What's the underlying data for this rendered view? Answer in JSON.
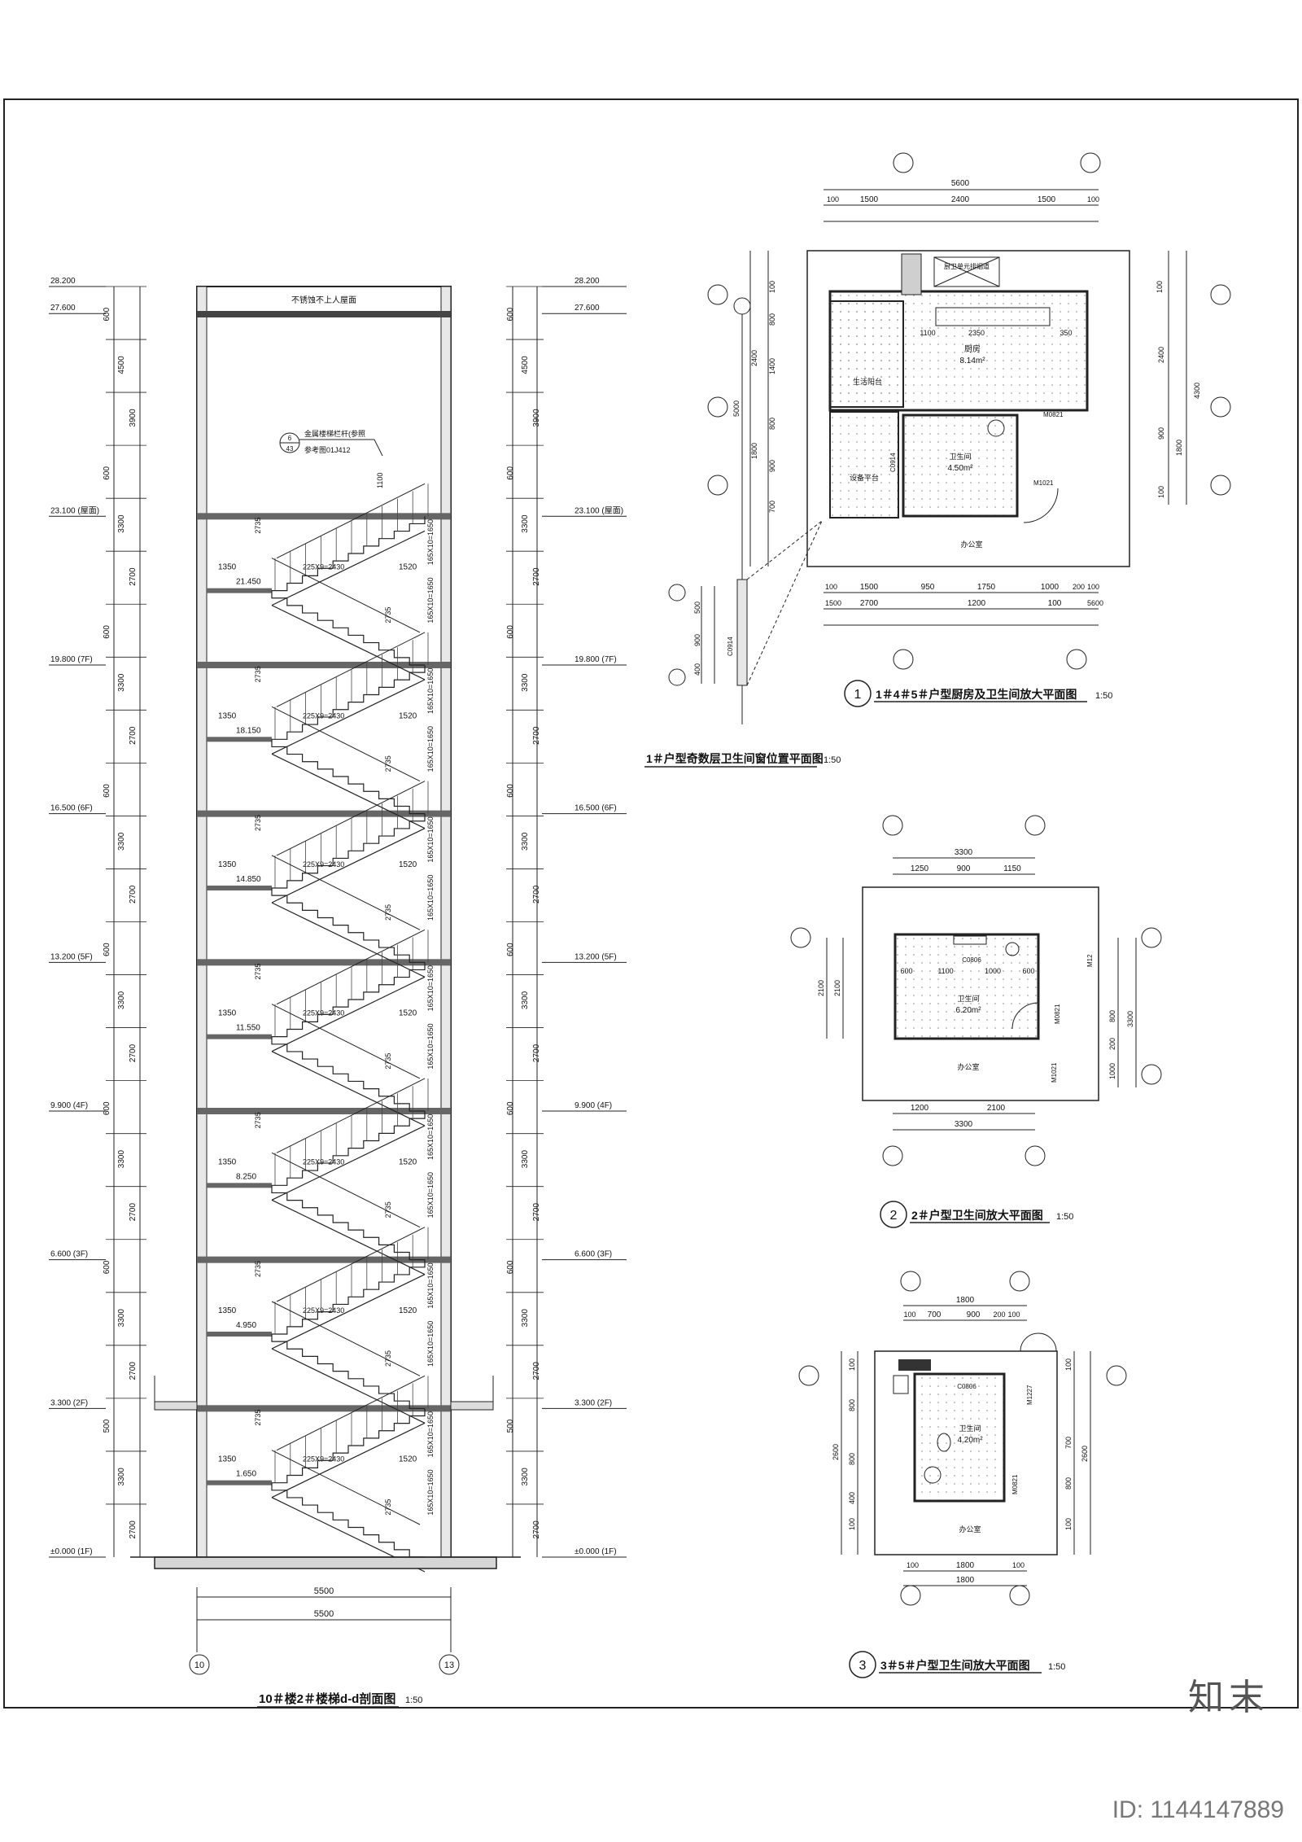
{
  "section": {
    "title": "10＃楼2＃楼梯d-d剖面图",
    "scale": "1:50",
    "roof_note": "不锈蚀不上人屋面",
    "rail_note_1": "金属楼梯栏杆(参照",
    "rail_note_2": "参考图01J412",
    "rail_tag_top": "6",
    "rail_tag_bottom": "43",
    "levels": [
      {
        "label": "28.200",
        "y": 28.2
      },
      {
        "label": "27.600",
        "y": 27.6
      },
      {
        "label": "23.100 (屋面)",
        "y": 23.1
      },
      {
        "label": "19.800 (7F)",
        "y": 19.8
      },
      {
        "label": "16.500 (6F)",
        "y": 16.5
      },
      {
        "label": "13.200 (5F)",
        "y": 13.2
      },
      {
        "label": "9.900 (4F)",
        "y": 9.9
      },
      {
        "label": "6.600 (3F)",
        "y": 6.6
      },
      {
        "label": "3.300 (2F)",
        "y": 3.3
      },
      {
        "label": "±0.000 (1F)",
        "y": 0
      }
    ],
    "landings": [
      "21.450",
      "18.150",
      "14.850",
      "11.550",
      "8.250",
      "4.950",
      "1.650"
    ],
    "left_dims": [
      "600",
      "4500",
      "3900",
      "600",
      "3300",
      "2700",
      "600",
      "3300",
      "2700",
      "600",
      "3300",
      "2700",
      "600",
      "3300",
      "2700",
      "600",
      "3300",
      "2700",
      "600",
      "3300",
      "2700",
      "500",
      "3300",
      "2700"
    ],
    "flight_label": "165X10=1650",
    "tread_label": "225X9=2430",
    "width_labels": [
      "1350",
      "1520",
      "2735",
      "1100"
    ],
    "overall_dims": [
      "5500",
      "5500"
    ],
    "axes": [
      "10",
      "13"
    ]
  },
  "plan1": {
    "number": "1",
    "title": "1＃4＃5＃户型厨房及卫生间放大平面图",
    "scale": "1:50",
    "top_dims": [
      "5600",
      "100",
      "1500",
      "2400",
      "1500",
      "100"
    ],
    "bottom_dims": [
      "100",
      "1500",
      "950",
      "1750",
      "1000",
      "200",
      "100",
      "1500",
      "2700",
      "1200",
      "100",
      "5600"
    ],
    "left_dims": [
      "100",
      "800",
      "2400",
      "1400",
      "5000",
      "800",
      "1800",
      "900",
      "700"
    ],
    "right_dims": [
      "100",
      "2400",
      "4300",
      "900",
      "1800",
      "100"
    ],
    "rooms": [
      {
        "name": "厨房",
        "area": "8.14m²"
      },
      {
        "name": "生活阳台",
        "area": ""
      },
      {
        "name": "卫生间",
        "area": "4.50m²"
      },
      {
        "name": "设备平台",
        "area": ""
      },
      {
        "name": "办公室",
        "area": ""
      }
    ],
    "notes": [
      "厨卫单元排烟道",
      "2350",
      "1100",
      "350",
      "M1021",
      "M0821",
      "C0914"
    ]
  },
  "plan1b": {
    "title": "1＃户型奇数层卫生间窗位置平面图",
    "scale": "1:50",
    "dims": [
      "500",
      "900",
      "400"
    ],
    "note": "C0914"
  },
  "plan2": {
    "number": "2",
    "title": "2＃户型卫生间放大平面图",
    "scale": "1:50",
    "top_dims": [
      "3300",
      "1250",
      "900",
      "1150"
    ],
    "bottom_dims": [
      "1200",
      "2100",
      "3300"
    ],
    "left_dims": [
      "2100",
      "2100"
    ],
    "right_dims": [
      "1000",
      "800",
      "3300",
      "200"
    ],
    "inner_dims": [
      "600",
      "1100",
      "1000",
      "600"
    ],
    "rooms": [
      {
        "name": "卫生间",
        "area": "6.20m²"
      },
      {
        "name": "办公室",
        "area": ""
      }
    ],
    "notes": [
      "C0806",
      "M0821",
      "M1021",
      "M12"
    ]
  },
  "plan3": {
    "number": "3",
    "title": "3＃5＃户型卫生间放大平面图",
    "scale": "1:50",
    "top_dims": [
      "1800",
      "100",
      "700",
      "900",
      "200",
      "100"
    ],
    "bottom_dims": [
      "100",
      "1800",
      "100",
      "1800"
    ],
    "left_dims": [
      "100",
      "800",
      "2600",
      "800",
      "400",
      "100"
    ],
    "right_dims": [
      "100",
      "700",
      "2600",
      "800",
      "100"
    ],
    "rooms": [
      {
        "name": "卫生间",
        "area": "4.20m²"
      },
      {
        "name": "办公室",
        "area": ""
      }
    ],
    "notes": [
      "C0806",
      "M1227",
      "M0821"
    ]
  },
  "watermark": {
    "brand": "知末",
    "id": "ID: 1144147889"
  }
}
